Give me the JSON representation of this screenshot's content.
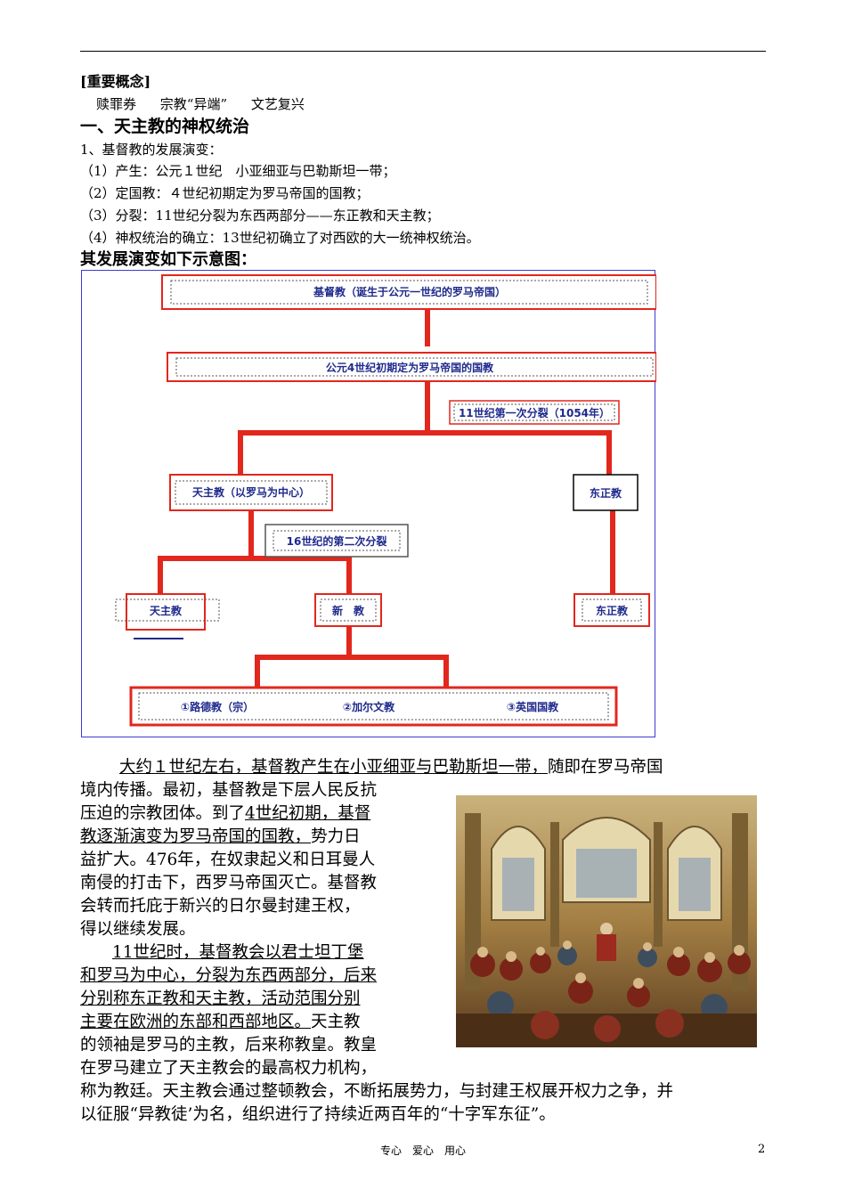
{
  "concepts": {
    "title": "[重要概念]",
    "items": [
      "赎罪券",
      "宗教“异端”",
      "文艺复兴"
    ]
  },
  "section1": {
    "heading": "一、天主教的神权统治",
    "sub": "1、基督教的发展演变：",
    "points": [
      "（1）产生：公元１世纪　小亚细亚与巴勒斯坦一带；",
      "（2）定国教：４世纪初期定为罗马帝国的国教；",
      "（3）分裂：11世纪分裂为东西两部分——东正教和天主教；",
      "（4）神权统治的确立：13世纪初确立了对西欧的大一统神权统治。"
    ],
    "diagram_heading": "其发展演变如下示意图："
  },
  "diagram": {
    "root": "基督教（诞生于公元一世纪的罗马帝国）",
    "state_religion": "公元4世纪初期定为罗马帝国的国教",
    "split1": "11世纪第一次分裂（1054年）",
    "catholic_west": "天主教（以罗马为中心）",
    "orthodox1": "东正教",
    "split2": "16世纪的第二次分裂",
    "catholic": "天主教",
    "protestant": "新　教",
    "orthodox2": "东正教",
    "branches": [
      "①路德教（宗）",
      "②加尔文教",
      "③英国国教"
    ]
  },
  "paragraph1": {
    "indent_underlined": "大约１世纪左右，基督教产生在小亚细亚与巴勒斯坦一带，",
    "rest_line1": "随即在罗马帝国",
    "l2": "境内传播。最初，基督教是下层人民反抗",
    "l3": "压迫的宗教团体。到了",
    "l3u": "4世纪初期，基督",
    "l4u": "教逐渐演变为罗马帝国的国教，",
    "l4": "势力日",
    "l5": "益扩大。476年，在奴隶起义和日耳曼人",
    "l6": "南侵的打击下，西罗马帝国灭亡。基督教",
    "l7": "会转而托庇于新兴的日尔曼封建王权，",
    "l8": "得以继续发展。"
  },
  "paragraph2": {
    "l1u": "11世纪时，基督教会以君士坦丁堡",
    "l2u": "和罗马为中心，分裂为东西两部分，后来",
    "l3u": "分别称东正教和天主教，活动范围分别",
    "l4u": "主要在欧洲的东部和西部地区。",
    "l4": "天主教",
    "l5": "的领袖是罗马的主教，后来称教皇。教皇",
    "l6": "在罗马建立了天主教会的最高权力机构，",
    "l7": "称为教廷。天主教会通过整顿教会，不断拓展势力，与封建王权展开权力之争，并",
    "l8": "以征服“异教徒’为名，组织进行了持续近两百年的“十字军东征”。"
  },
  "footer": {
    "text": "专心　爱心　用心",
    "page": "2"
  },
  "colors": {
    "red": "#e2271d",
    "diagram_border": "#3b3bd0",
    "label_blue": "#1f2a8c"
  }
}
